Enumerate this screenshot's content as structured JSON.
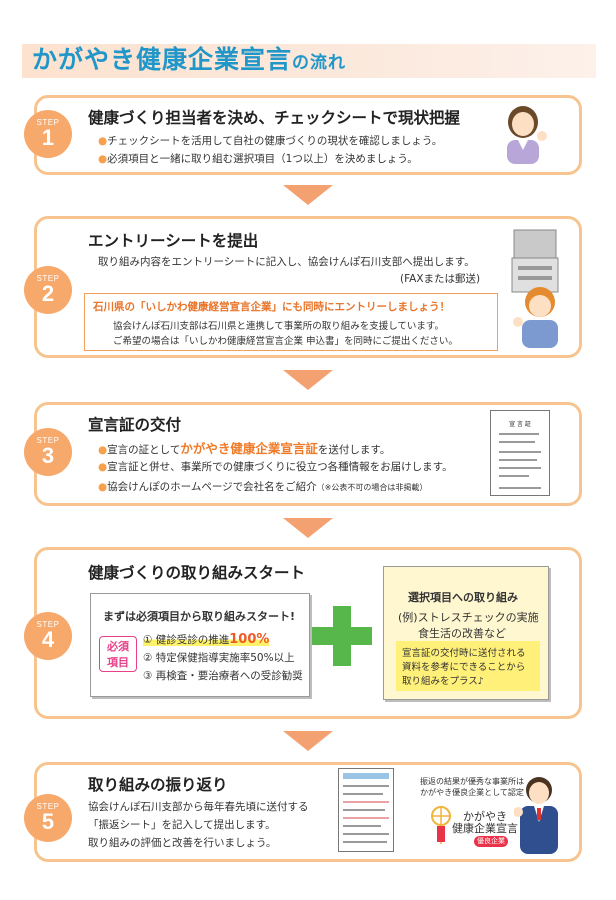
{
  "page": {
    "title_main": "かがやき健康企業宣言",
    "title_suffix": "の流れ"
  },
  "badge_label": "STEP",
  "steps": [
    {
      "number": "1",
      "heading": "健康づくり担当者を決め、チェックシートで現状把握",
      "bullets": [
        "チェックシートを活用して自社の健康づくりの現状を確認しましょう。",
        "必須項目と一緒に取り組む選択項目（1つ以上）を決めましょう。"
      ]
    },
    {
      "number": "2",
      "heading": "エントリーシートを提出",
      "line1": "取り組み内容をエントリーシートに記入し、協会けんぽ石川支部へ提出します。",
      "line2": "(FAXまたは郵送)",
      "box_title": "石川県の「いしかわ健康経営宣言企業」にも同時にエントリーしましょう！",
      "box_line1": "協会けんぽ石川支部は石川県と連携して事業所の取り組みを支援しています。",
      "box_line2": "ご希望の場合は「いしかわ健康経営宣言企業 申込書」を同時にご提出ください。"
    },
    {
      "number": "3",
      "heading": "宣言証の交付",
      "b1_pre": "宣言の証として",
      "b1_em": "かがやき健康企業宣言証",
      "b1_post": "を送付します。",
      "b2": "宣言証と併せ、事業所での健康づくりに役立つ各種情報をお届けします。",
      "b3": "協会けんぽのホームページで会社名をご紹介",
      "b3_note": "（※公表不可の場合は非掲載）",
      "cert_title": "宣 言 証"
    },
    {
      "number": "4",
      "heading": "健康づくりの取り組みスタート",
      "left_title": "まずは必須項目から取り組みスタート!",
      "must_label_1": "必須",
      "must_label_2": "項目",
      "items": [
        "① 健診受診の推進",
        "② 特定保健指導実施率50%以上",
        "③ 再検査・要治療者への受診勧奨"
      ],
      "item1_em": "100%",
      "right_title": "選択項目への取り組み",
      "right_line1": "(例)ストレスチェックの実施",
      "right_line2": "食生活の改善など",
      "note1": "宣言証の交付時に送付される",
      "note2": "資料を参考にできることから",
      "note3": "取り組みをプラス♪"
    },
    {
      "number": "5",
      "heading": "取り組みの振り返り",
      "line1": "協会けんぽ石川支部から毎年春先頃に送付する",
      "line2": "「振返シート」を記入して提出します。",
      "line3": "取り組みの評価と改善を行いましょう。",
      "cert_line1": "振返の結果が優秀な事業所は",
      "cert_line2": "かがやき優良企業として認定",
      "logo_1": "かがやき",
      "logo_2": "健康企業宣言",
      "logo_seal": "優良企業"
    }
  ],
  "colors": {
    "title": "#2196c9",
    "border": "#f7c48f",
    "badge": "#f7a86b",
    "arrow": "#f4a171",
    "plus": "#57b74a",
    "emphasis": "#ef7b2a"
  }
}
